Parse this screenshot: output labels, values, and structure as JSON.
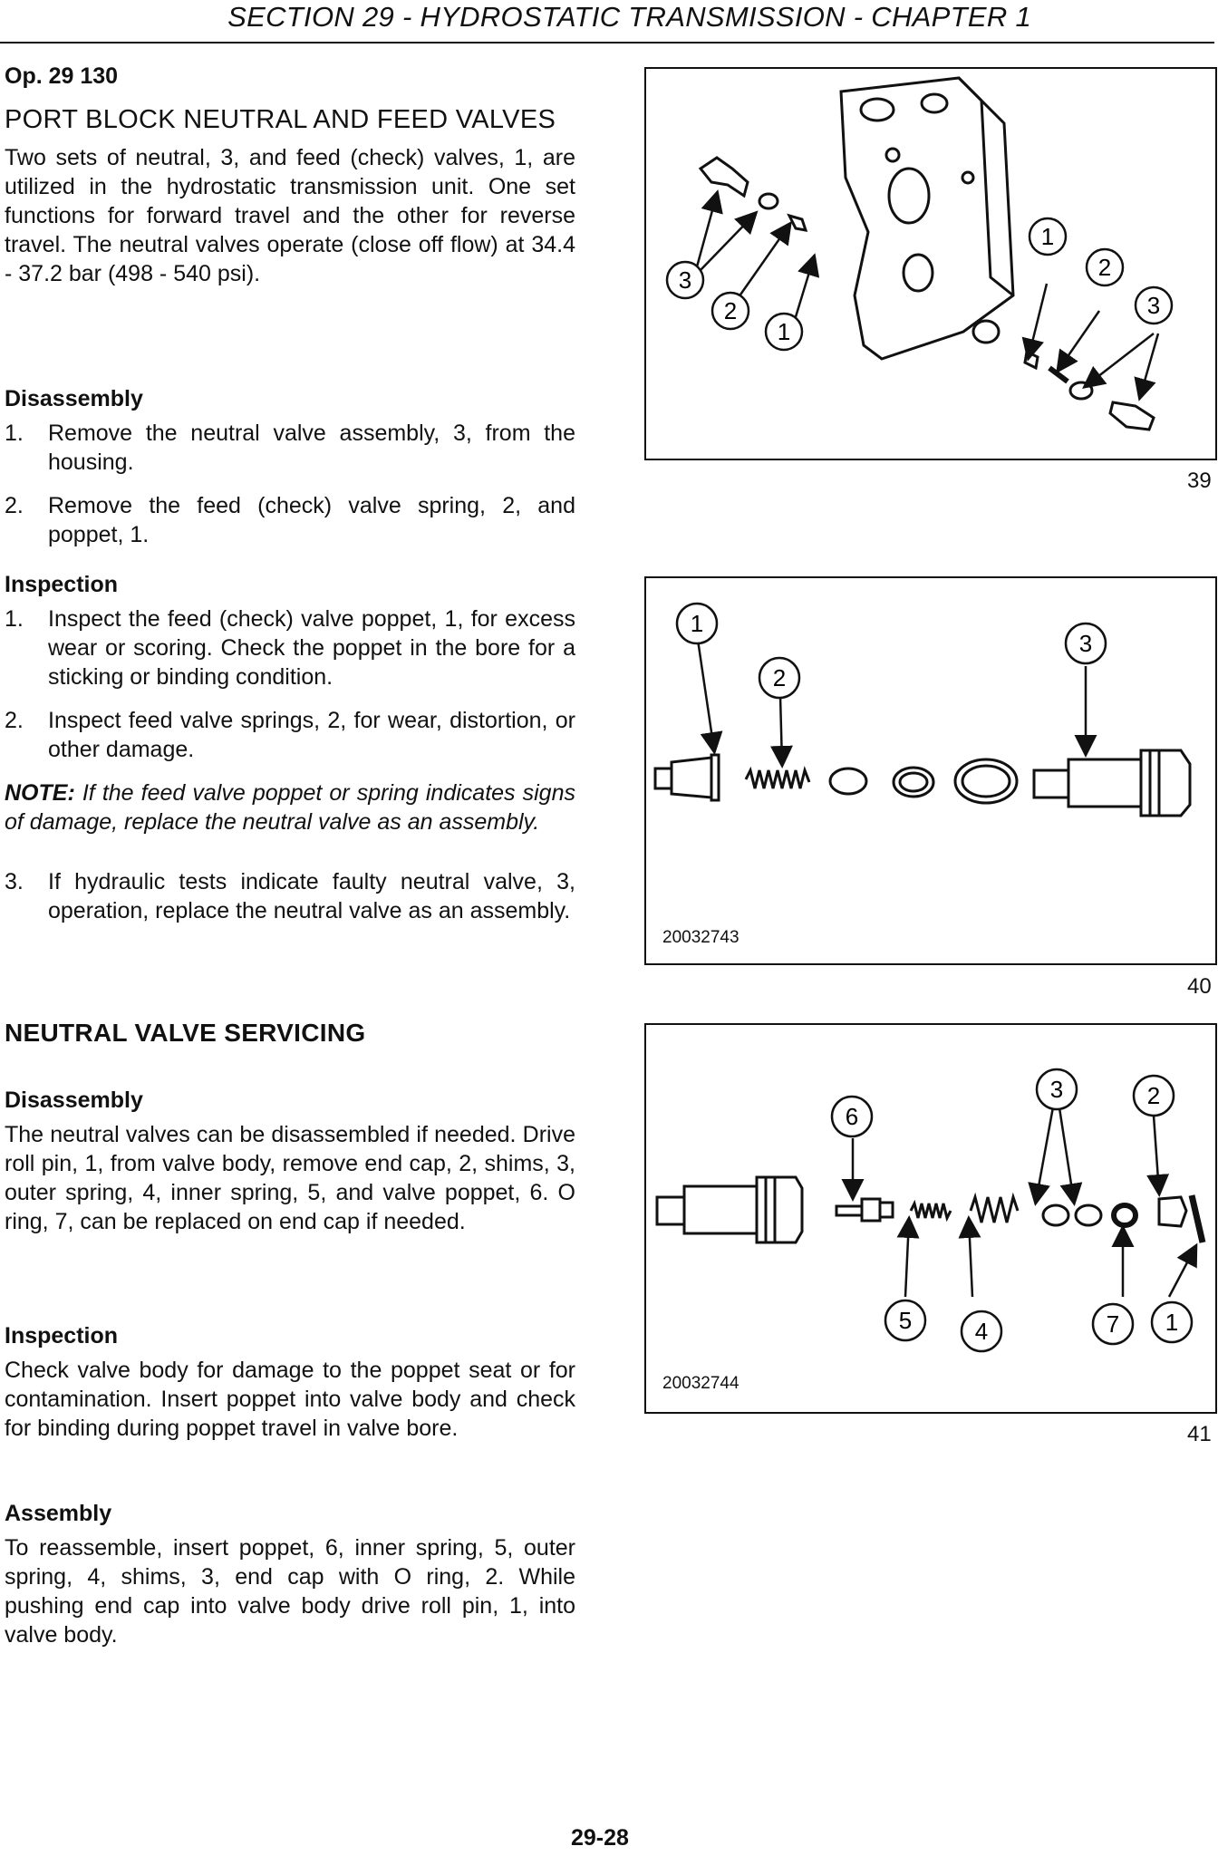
{
  "header": {
    "title": "SECTION 29 - HYDROSTATIC TRANSMISSION - CHAPTER 1"
  },
  "op": "Op. 29 130",
  "port_block": {
    "title": "PORT BLOCK NEUTRAL AND FEED VALVES",
    "intro": "Two sets of neutral, 3, and feed (check) valves, 1, are utilized in the hydrostatic transmission unit. One set functions for forward travel and the other for reverse travel. The neutral valves operate (close off flow) at 34.4 - 37.2 bar (498 - 540 psi).",
    "disassembly": {
      "heading": "Disassembly",
      "steps": [
        {
          "num": "1.",
          "text": "Remove the neutral valve assembly, 3, from the housing."
        },
        {
          "num": "2.",
          "text": "Remove the feed (check) valve spring, 2, and poppet, 1."
        }
      ]
    },
    "inspection": {
      "heading": "Inspection",
      "steps": [
        {
          "num": "1.",
          "text": "Inspect the feed (check) valve poppet, 1, for excess wear or scoring. Check the poppet in the bore for a sticking or binding condition."
        },
        {
          "num": "2.",
          "text": "Inspect feed valve springs, 2, for wear, distortion, or other damage."
        }
      ],
      "note_label": "NOTE:",
      "note_text": " If the feed valve poppet or spring indicates signs of damage, replace the neutral valve as an assembly.",
      "step3": {
        "num": "3.",
        "text": "If hydraulic tests indicate faulty neutral valve, 3, operation, replace the neutral valve as an assembly."
      }
    }
  },
  "neutral_servicing": {
    "title": "NEUTRAL VALVE SERVICING",
    "disassembly": {
      "heading": "Disassembly",
      "text": "The neutral valves can be disassembled if needed. Drive roll pin, 1, from valve body, remove end cap, 2, shims, 3, outer spring, 4, inner spring, 5, and valve poppet, 6. O ring, 7, can be replaced on end cap if needed."
    },
    "inspection": {
      "heading": "Inspection",
      "text": "Check valve body for damage to the poppet seat or for contamination. Insert poppet into valve body and check for binding during poppet travel in valve bore."
    },
    "assembly": {
      "heading": "Assembly",
      "text": "To reassemble, insert poppet, 6, inner spring, 5, outer spring, 4, shims, 3, end cap with O ring, 2. While pushing end cap into valve body drive roll pin, 1, into valve body."
    }
  },
  "figures": {
    "fig39": {
      "number": "39",
      "callouts": [
        "3",
        "2",
        "1",
        "1",
        "2",
        "3"
      ]
    },
    "fig40": {
      "number": "40",
      "code": "20032743",
      "callouts": [
        "1",
        "2",
        "3"
      ]
    },
    "fig41": {
      "number": "41",
      "code": "20032744",
      "callouts": [
        "6",
        "3",
        "2",
        "5",
        "4",
        "7",
        "1"
      ]
    }
  },
  "footer": {
    "page": "29-28"
  }
}
